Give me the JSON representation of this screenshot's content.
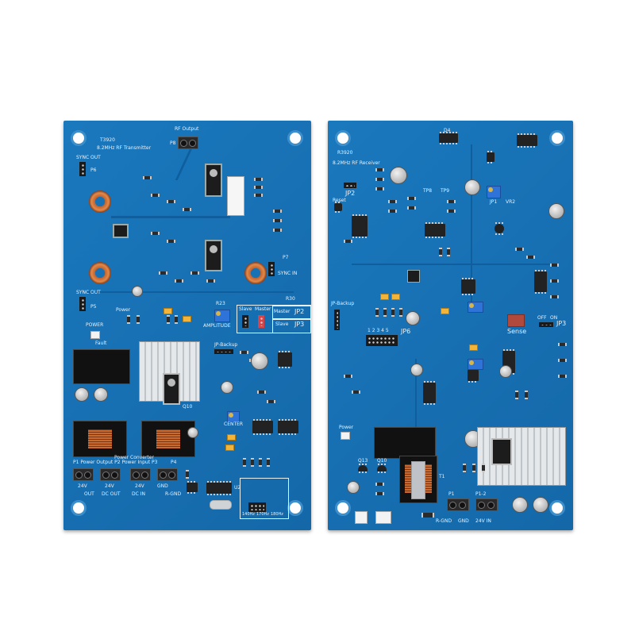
{
  "image_kind": "product photo of two PCB boards",
  "colors": {
    "pcb": "#1671b5",
    "silkscreen": "#e8f2fb",
    "background": "#ffffff"
  },
  "transmitter": {
    "model": "T3920",
    "title": "8.2MHz RF Transmitter",
    "rf_output": "RF Output",
    "p8": "P8",
    "sync_out": "SYNC OUT",
    "p6": "P6",
    "p7": "P7",
    "sync_in": "SYNC IN",
    "p5": "P5",
    "power": "POWER",
    "fault": "Fault",
    "power_led": "Power",
    "r30": "R30",
    "r23": "R23",
    "amplitude": "AMPLITUDE",
    "jp_backup": "JP-Backup",
    "jumper_table": {
      "slave": "Slave",
      "master": "Master",
      "row1": [
        "Master",
        "JP2"
      ],
      "row2": [
        "Slave",
        "JP3"
      ]
    },
    "q10": "Q10",
    "power_converter": "Power Converter",
    "power_output_label": "P1 Power Output P2 Power Input P3",
    "p4": "P4",
    "terminals": [
      {
        "top": "24V",
        "bottom": "OUT"
      },
      {
        "top": "24V",
        "bottom": "DC  OUT"
      },
      {
        "top": "24V",
        "bottom": "DC  IN"
      },
      {
        "top": "GND",
        "bottom": "R-GND"
      }
    ],
    "u2": "U2",
    "freq": [
      "140Hz",
      "170Hz",
      "180Hz"
    ],
    "center": "CENTER"
  },
  "receiver": {
    "model": "R3920",
    "title": "8.2MHz RF Receiver",
    "jp2": "JP2",
    "reset": "Reset",
    "jp1": "JP1",
    "vr2": "VR2",
    "d4": "D4",
    "tp": [
      "TP8",
      "TP9"
    ],
    "jp_backup": "JP-Backup",
    "jp6": "JP6",
    "jp6_pins": "1 2 3 4 5",
    "sense": "Sense",
    "jp3": "JP3",
    "off": "OFF",
    "on": "ON",
    "power": "Power",
    "t1": "T1",
    "q13": "Q13",
    "q10": "Q10",
    "p1": "P1",
    "p1_2": "P1-2",
    "r_gnd": "R-GND",
    "gnd": "GND",
    "v24_in": "24V  IN"
  }
}
